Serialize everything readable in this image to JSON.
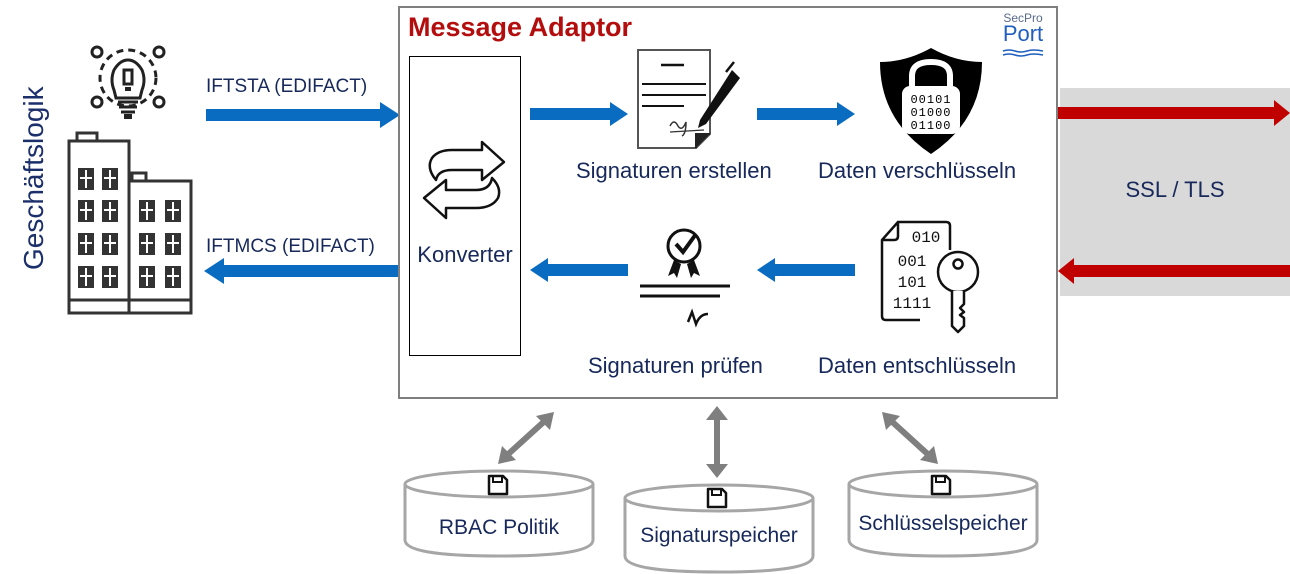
{
  "diagram": {
    "left_title": "Geschäftslogik",
    "adaptor_title": "Message Adaptor",
    "logo": {
      "top": "SecPro",
      "bottom": "Port"
    },
    "messages": {
      "inbound": "IFTSTA (EDIFACT)",
      "outbound": "IFTMCS (EDIFACT)"
    },
    "converter": "Konverter",
    "steps": {
      "sign_create": "Signaturen erstellen",
      "encrypt": "Daten verschlüsseln",
      "sign_verify": "Signaturen prüfen",
      "decrypt": "Daten entschlüsseln"
    },
    "transport": "SSL / TLS",
    "stores": [
      {
        "label": "RBAC Politik"
      },
      {
        "label": "Signaturspeicher"
      },
      {
        "label": "Schlüsselspeicher"
      }
    ],
    "binary_encrypt": [
      "00101",
      "01000",
      "01100"
    ],
    "binary_decrypt": [
      "010",
      "001",
      "101",
      "1111"
    ],
    "colors": {
      "flow_arrow": "#0a6cc0",
      "transport_arrow": "#c00000",
      "title_red": "#b30d0d",
      "text_navy": "#17285a",
      "store_arrow": "#7f7f7f"
    }
  }
}
